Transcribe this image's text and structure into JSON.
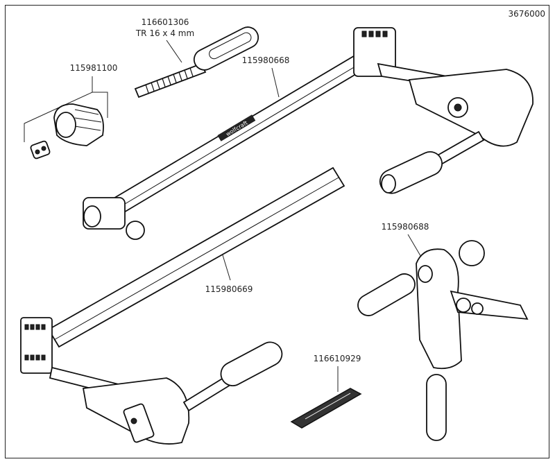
{
  "diagram": {
    "article_number": "3676000",
    "brand_logo": "wolfcraft",
    "parts": [
      {
        "number": "116601306",
        "spec": "TR 16 x 4 mm",
        "part": "threaded-spindle-with-handle"
      },
      {
        "number": "115981100",
        "part": "sliding-jaw-clip-set"
      },
      {
        "number": "115980668",
        "part": "upper-bar"
      },
      {
        "number": "115980669",
        "part": "lower-bar"
      },
      {
        "number": "115980688",
        "part": "clamp-head"
      },
      {
        "number": "116610929",
        "part": "pad-plate"
      }
    ]
  }
}
